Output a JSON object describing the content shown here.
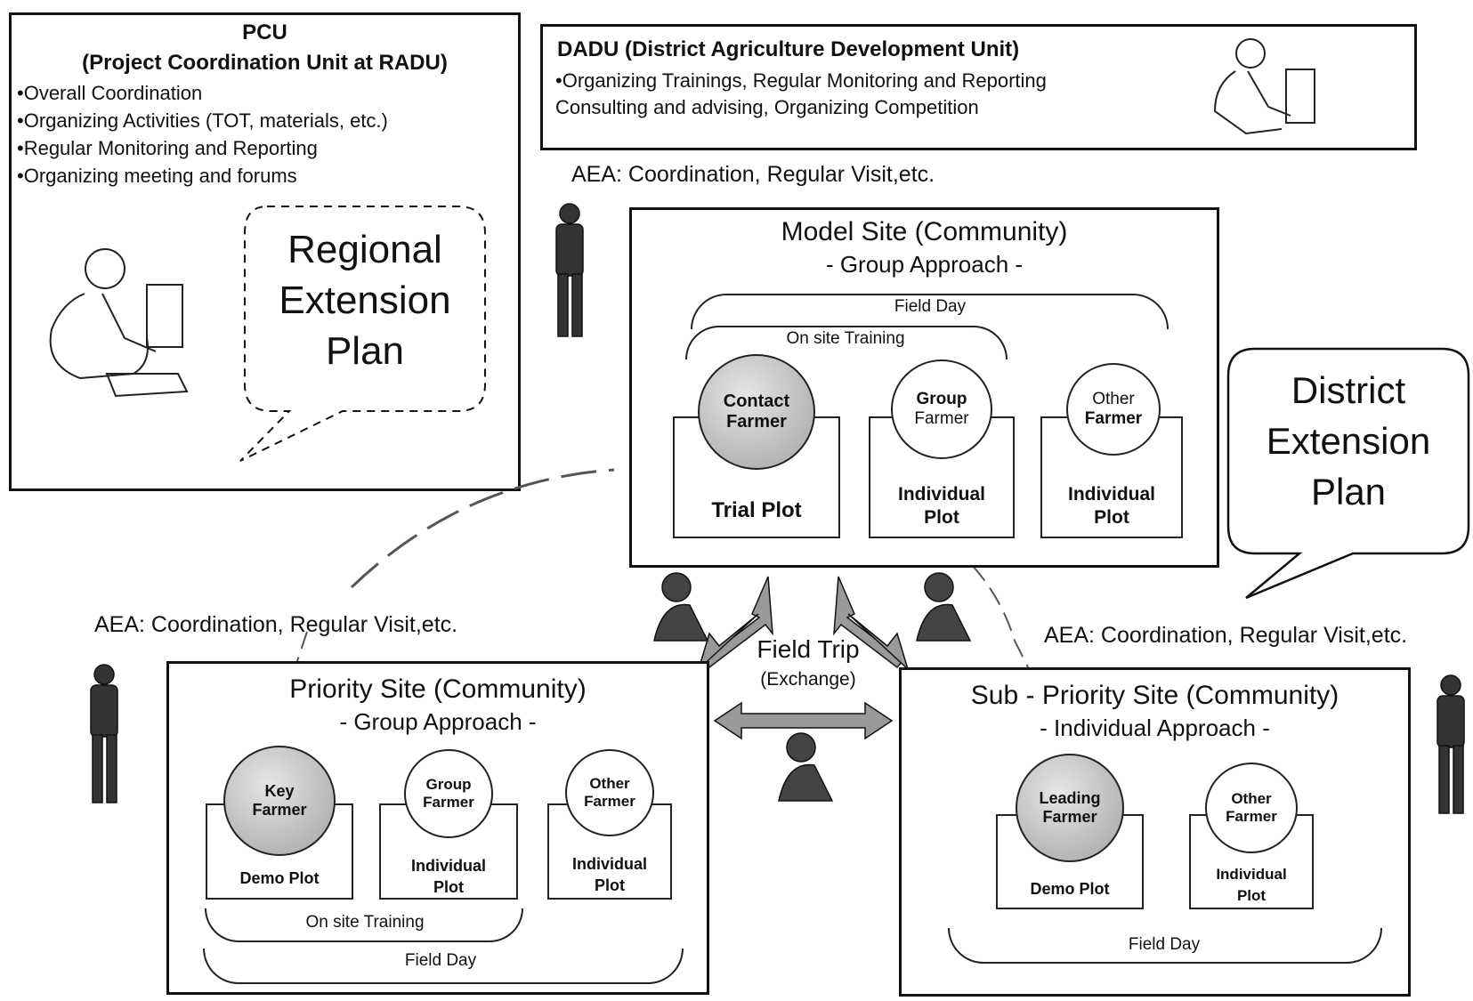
{
  "pcu": {
    "title": "PCU",
    "subtitle": "(Project Coordination Unit at RADU)",
    "items": [
      "•Overall Coordination",
      "•Organizing Activities (TOT, materials, etc.)",
      "•Regular Monitoring and Reporting",
      "•Organizing meeting and forums"
    ],
    "plan_lines": [
      "Regional",
      "Extension",
      "Plan"
    ]
  },
  "dadu": {
    "title": "DADU (District Agriculture Development Unit)",
    "line1": "•Organizing Trainings, Regular Monitoring and Reporting",
    "line2": "Consulting and advising, Organizing Competition"
  },
  "district_plan_lines": [
    "District",
    "Extension",
    "Plan"
  ],
  "aea": {
    "top": "AEA: Coordination, Regular Visit,etc.",
    "left": "AEA: Coordination, Regular Visit,etc.",
    "right": "AEA: Coordination, Regular Visit,etc."
  },
  "model_site": {
    "title": "Model Site (Community)",
    "approach": "- Group Approach -",
    "field_day": "Field Day",
    "on_site_training": "On site Training",
    "farmers": [
      {
        "line1": "Contact",
        "line2": "Farmer",
        "plot1": "Trial Plot",
        "plot2": ""
      },
      {
        "line1": "Group",
        "line2": "Farmer",
        "plot1": "Individual",
        "plot2": "Plot"
      },
      {
        "line1": "Other",
        "line2": "Farmer",
        "plot1": "Individual",
        "plot2": "Plot"
      }
    ]
  },
  "priority_site": {
    "title": "Priority Site (Community)",
    "approach": "- Group Approach -",
    "on_site_training": "On site Training",
    "field_day": "Field Day",
    "farmers": [
      {
        "line1": "Key",
        "line2": "Farmer",
        "plot1": "Demo Plot",
        "plot2": ""
      },
      {
        "line1": "Group",
        "line2": "Farmer",
        "plot1": "Individual",
        "plot2": "Plot"
      },
      {
        "line1": "Other",
        "line2": "Farmer",
        "plot1": "Individual",
        "plot2": "Plot"
      }
    ]
  },
  "sub_priority_site": {
    "title": "Sub - Priority Site (Community)",
    "approach": "- Individual Approach -",
    "field_day": "Field Day",
    "farmers": [
      {
        "line1": "Leading",
        "line2": "Farmer",
        "plot1": "Demo Plot",
        "plot2": ""
      },
      {
        "line1": "Other",
        "line2": "Farmer",
        "plot1": "Individual",
        "plot2": "Plot"
      }
    ]
  },
  "field_trip": {
    "label": "Field Trip",
    "sub": "(Exchange)"
  },
  "colors": {
    "line": "#111111",
    "arrow_fill": "#9a9a9a",
    "shaded_circle": "#bdbdbd"
  }
}
